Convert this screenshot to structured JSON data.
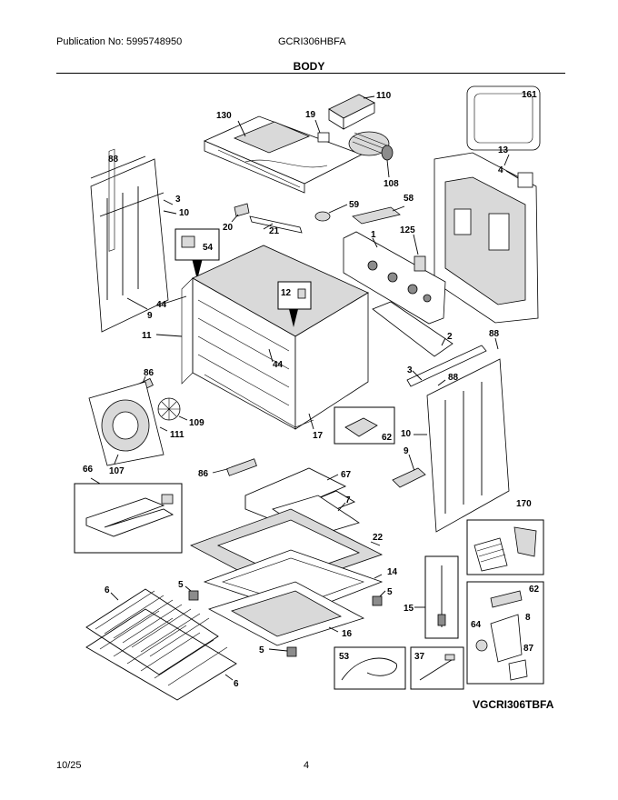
{
  "header": {
    "publication": "Publication No: 5995748950",
    "model": "GCRI306HBFA",
    "section_title": "BODY"
  },
  "footer": {
    "date": "10/25",
    "page_number": "4",
    "variant_code": "VGCRI306TBFA"
  },
  "callouts": {
    "c110": "110",
    "c19": "19",
    "c130": "130",
    "c161": "161",
    "c13": "13",
    "c88a": "88",
    "c108": "108",
    "c4": "4",
    "c3a": "3",
    "c10a": "10",
    "c59": "59",
    "c58": "58",
    "c20": "20",
    "c21": "21",
    "c125": "125",
    "c1": "1",
    "c54": "54",
    "c12": "12",
    "c44a": "44",
    "c9a": "9",
    "c11": "11",
    "c2": "2",
    "c88b": "88",
    "c44b": "44",
    "c86a": "86",
    "c3b": "3",
    "c88c": "88",
    "c109": "109",
    "c111": "111",
    "c17": "17",
    "c62a": "62",
    "c10b": "10",
    "c107": "107",
    "c66": "66",
    "c86b": "86",
    "c67": "67",
    "c9b": "9",
    "c7": "7",
    "c170": "170",
    "c22": "22",
    "c14": "14",
    "c6a": "6",
    "c5a": "5",
    "c5b": "5",
    "c62b": "62",
    "c15": "15",
    "c8": "8",
    "c64": "64",
    "c16": "16",
    "c87": "87",
    "c5c": "5",
    "c6b": "6",
    "c53": "53",
    "c37": "37"
  }
}
